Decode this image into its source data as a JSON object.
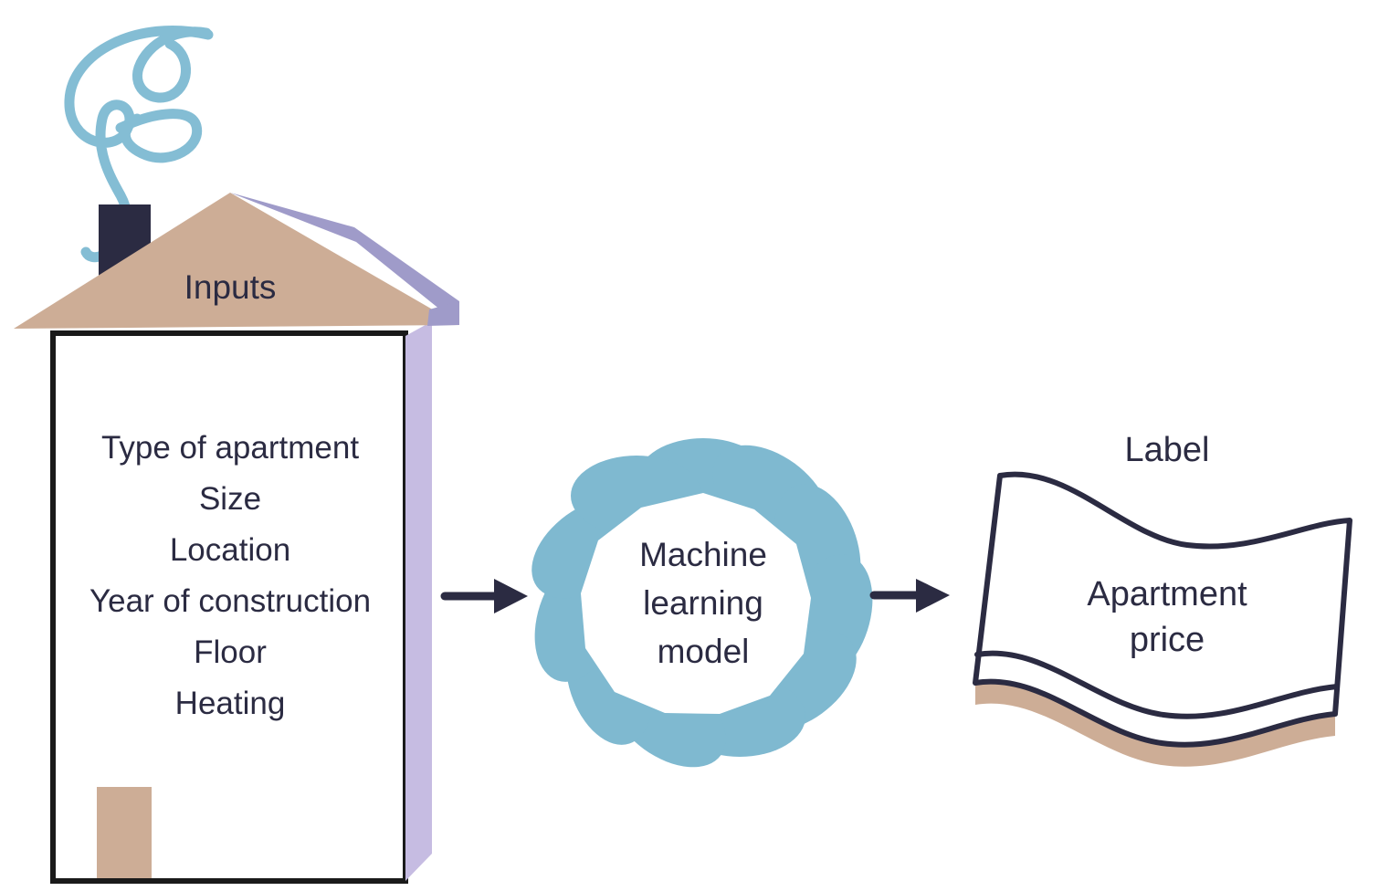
{
  "diagram": {
    "title_inputs": "Inputs",
    "title_label": "Label",
    "model_line1": "Machine",
    "model_line2": "learning",
    "model_line3": "model",
    "banner_line1": "Apartment",
    "banner_line2": "price",
    "input_features": [
      "Type of apartment",
      "Size",
      "Location",
      "Year of construction",
      "Floor",
      "Heating"
    ],
    "colors": {
      "roof_tan": "#cdad96",
      "roof_side_purple": "#9f9bc9",
      "wall_side_lavender": "#c6bce2",
      "outline_navy": "#1a1a1a",
      "text_navy": "#2b2b42",
      "chimney_navy": "#2b2b42",
      "smoke_blue": "#84bdd4",
      "model_blue": "#7fb9d0",
      "door_tan": "#cdad96",
      "banner_outline": "#2b2b42",
      "banner_shadow_tan": "#cdad96",
      "arrow_navy": "#2b2b42"
    },
    "icons": {
      "smoke": "smoke-squiggle-icon",
      "chimney": "chimney-icon",
      "roof": "roof-icon",
      "door": "door-icon",
      "arrow1": "arrow-right-icon",
      "arrow2": "arrow-right-icon",
      "model": "flower-cloud-icon",
      "banner": "wavy-banner-icon"
    }
  }
}
